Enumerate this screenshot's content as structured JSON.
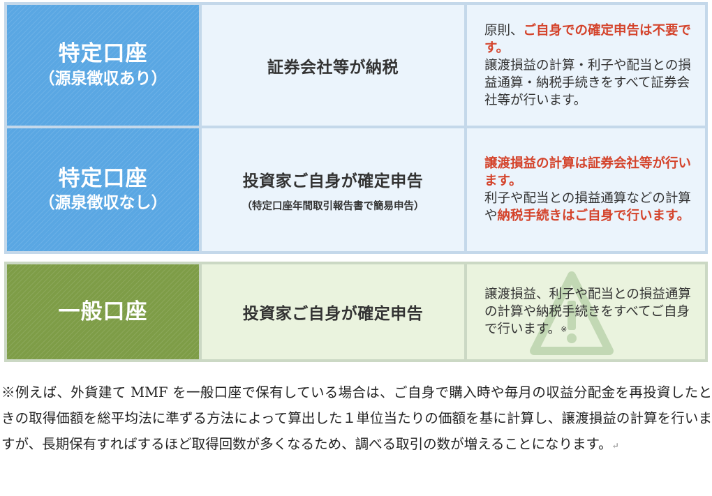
{
  "rows": [
    {
      "head_title": "特定口座",
      "head_sub": "（源泉徴収あり）",
      "middle": "証券会社等が納税",
      "desc_parts": [
        {
          "text": "原則、",
          "red": false
        },
        {
          "text": "ご自身での確定申告は不要です。",
          "red": true
        },
        {
          "text": "譲渡損益の計算・利子や配当との損益通算・納税手続きをすべて証券会社等が行います。",
          "red": false
        }
      ]
    },
    {
      "head_title": "特定口座",
      "head_sub": "（源泉徴収なし）",
      "middle": "投資家ご自身が確定申告",
      "middle_sub": "（特定口座年間取引報告書で簡易申告）",
      "desc_parts": [
        {
          "text": "譲渡損益の計算は証券会社等が行います。",
          "red": true
        },
        {
          "text": "利子や配当との損益通算などの計算や",
          "red": false
        },
        {
          "text": "納税手続きはご自身で行います。",
          "red": true
        }
      ]
    },
    {
      "head_title": "一般口座",
      "middle": "投資家ご自身が確定申告",
      "desc_text": "譲渡損益、利子や配当との損益通算の計算や納税手続きをすべてご自身で行います。",
      "desc_mark": "※"
    }
  ],
  "note": "※例えば、外貨建て MMF を一般口座で保有している場合は、ご自身で購入時や毎月の収益分配金を再投資したときの取得価額を総平均法に準ずる方法によって算出した１単位当たりの価額を基に計算し、譲渡損益の計算を行いますが、長期保有すればするほど取得回数が多くなるため、調べる取引の数が増えることになります。",
  "note_mark": "↵",
  "colors": {
    "blue_header": "#5aa7e3",
    "blue_body": "#ebf4fc",
    "green_header": "#7e9d47",
    "green_body": "#eaf3de",
    "highlight_red": "#d4432b"
  },
  "icons": [
    "caution-triangle-icon"
  ]
}
